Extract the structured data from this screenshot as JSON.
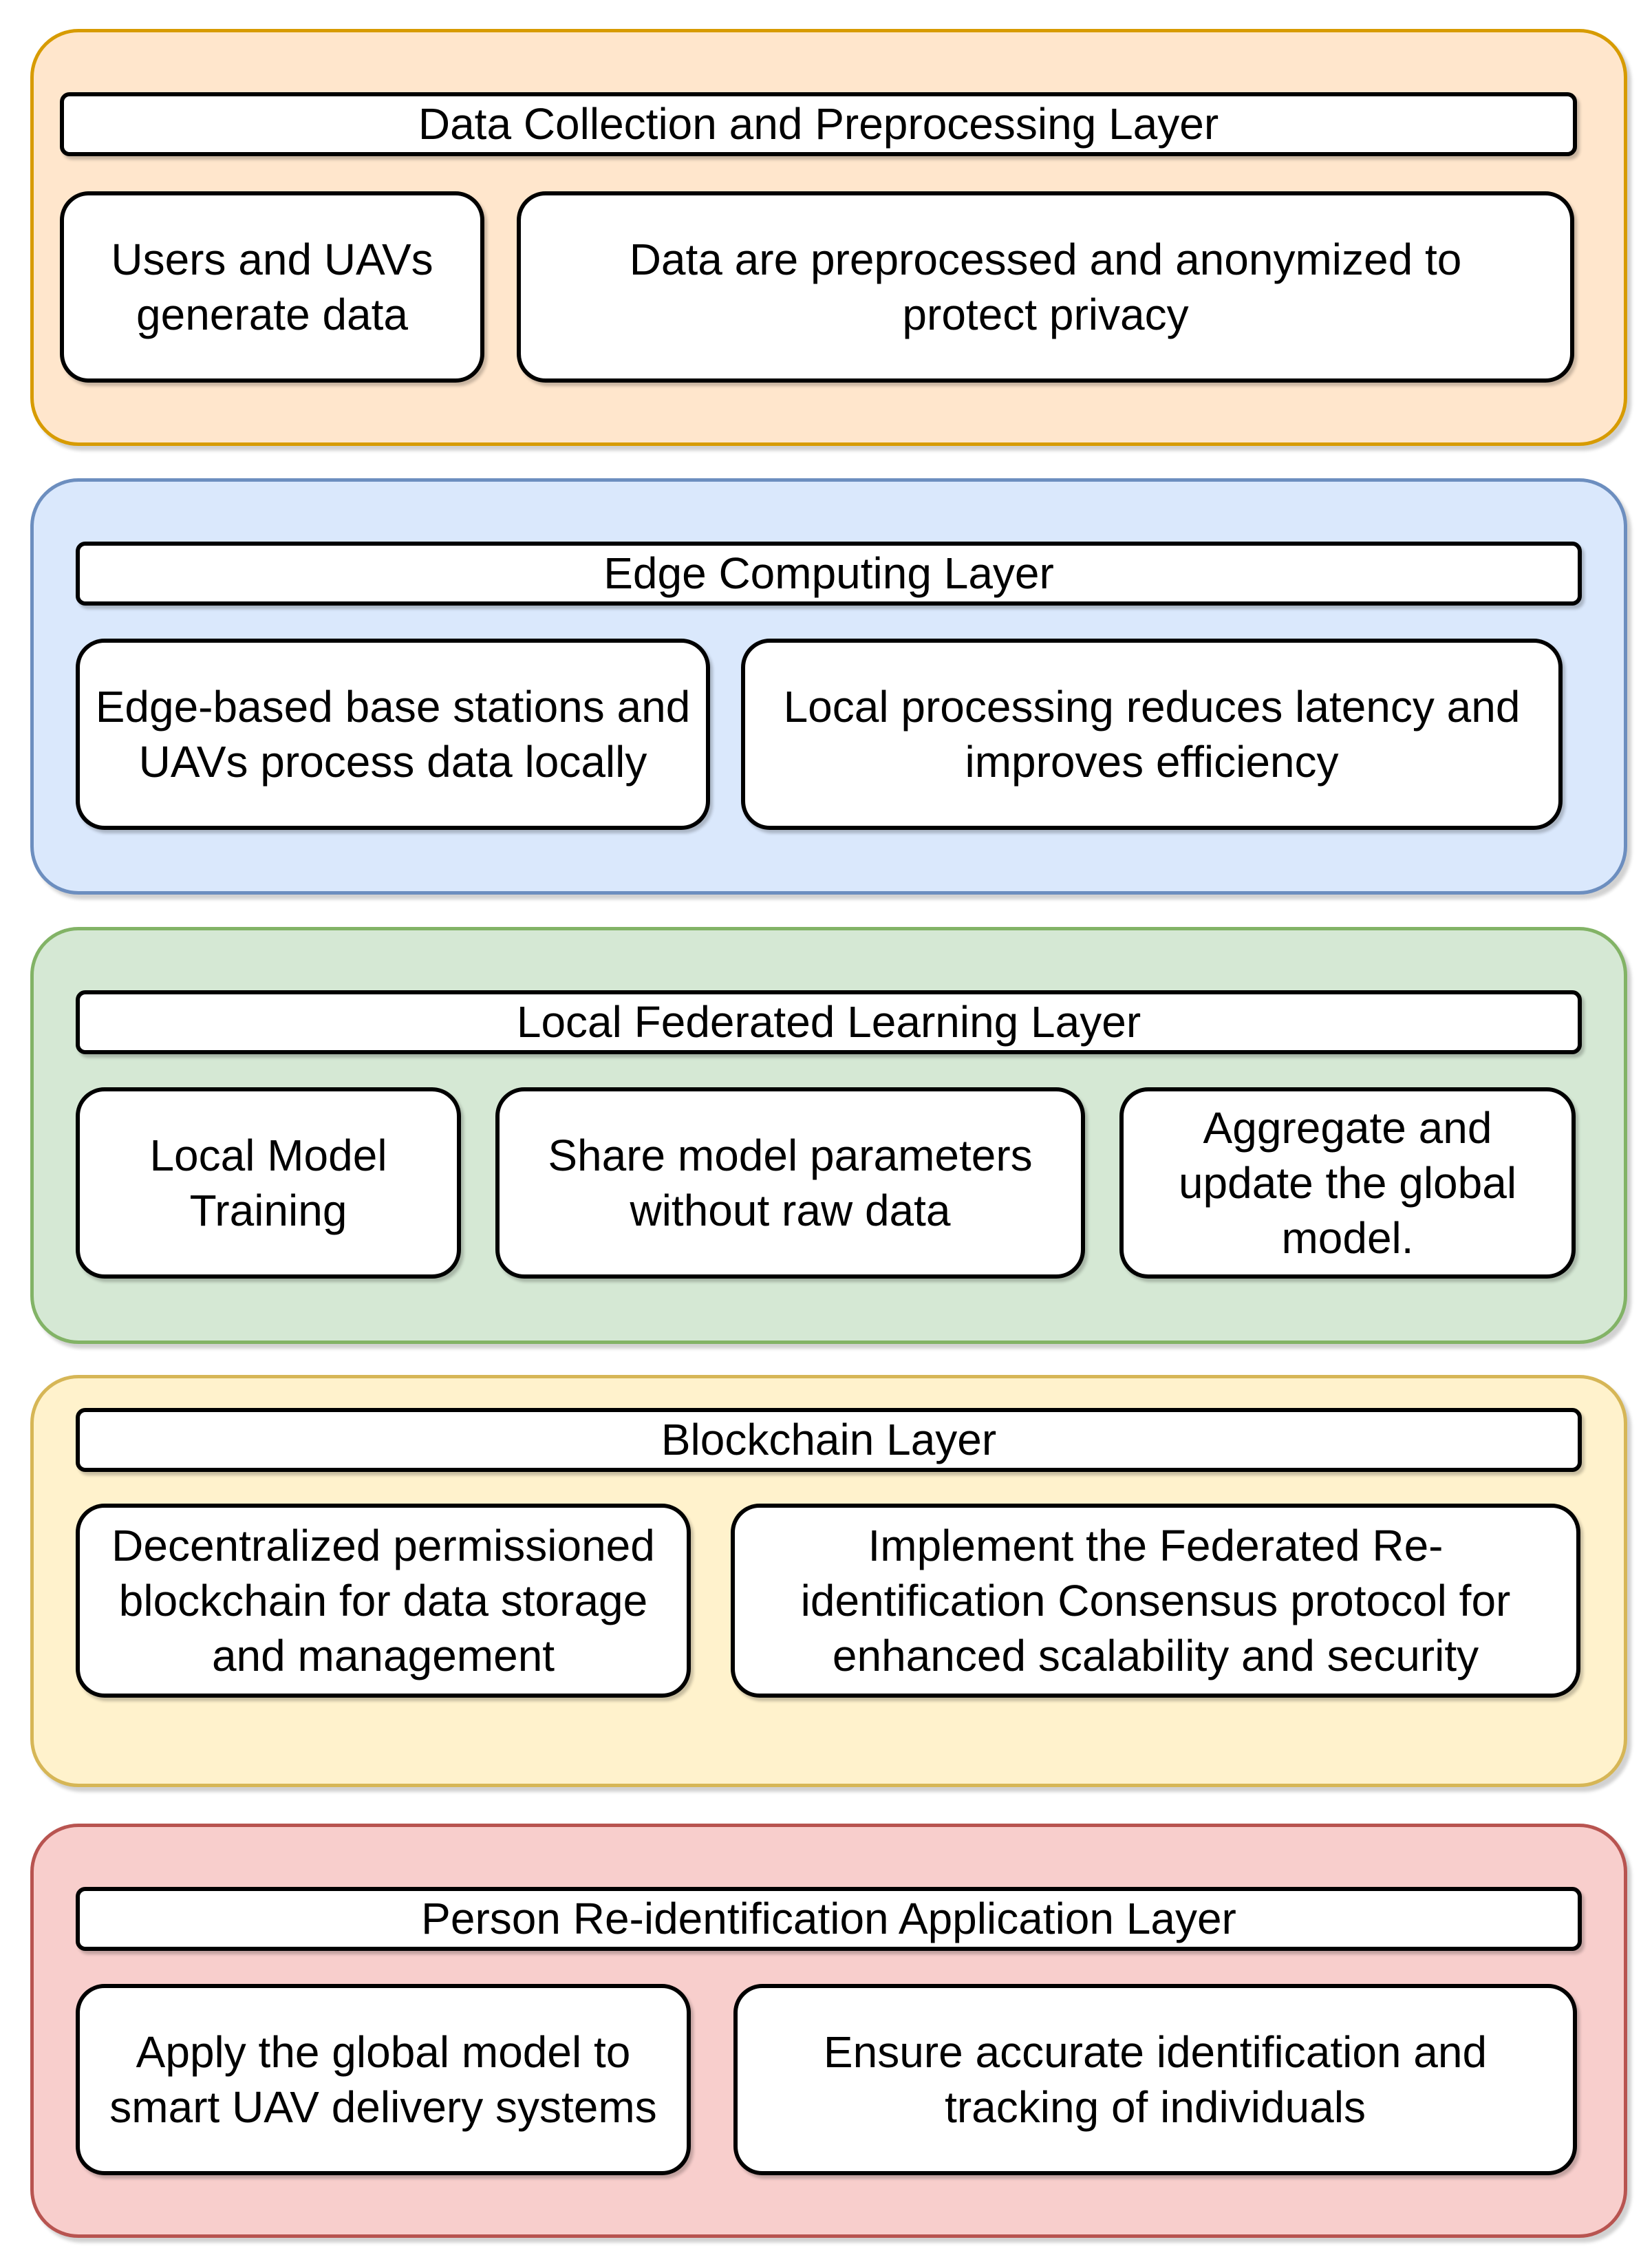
{
  "diagram": {
    "background": "#FFFFFF",
    "text_color": "#000000",
    "layers": [
      {
        "name": "data-collection-and-preprocessing-layer",
        "title": "Data Collection and Preprocessing Layer",
        "fill": "#FFE6CC",
        "stroke": "#D79B00",
        "boxes": [
          "Users and UAVs\ngenerate data",
          "Data are preprocessed and anonymized to\nprotect privacy"
        ]
      },
      {
        "name": "edge-computing-layer",
        "title": "Edge Computing Layer",
        "fill": "#DAE8FC",
        "stroke": "#6C8EBF",
        "boxes": [
          "Edge-based base stations and\nUAVs process data locally",
          "Local processing reduces latency and\nimproves efficiency"
        ]
      },
      {
        "name": "local-federated-learning-layer",
        "title": "Local Federated Learning Layer",
        "fill": "#D5E8D4",
        "stroke": "#82B366",
        "boxes": [
          "Local Model\nTraining",
          "Share model parameters\nwithout raw data",
          "Aggregate and\nupdate the global\nmodel."
        ]
      },
      {
        "name": "blockchain-layer",
        "title": "Blockchain Layer",
        "fill": "#FFF2CC",
        "stroke": "#D6B656",
        "boxes": [
          "Decentralized permissioned\nblockchain for data storage\nand management",
          "Implement the Federated Re-\nidentification Consensus protocol for\nenhanced scalability and security"
        ]
      },
      {
        "name": "person-reid-application-layer",
        "title": "Person Re-identification Application Layer",
        "fill": "#F8CECC",
        "stroke": "#B85450",
        "boxes": [
          "Apply the global model to\nsmart UAV delivery systems",
          "Ensure accurate identification and\ntracking of individuals"
        ]
      }
    ]
  }
}
